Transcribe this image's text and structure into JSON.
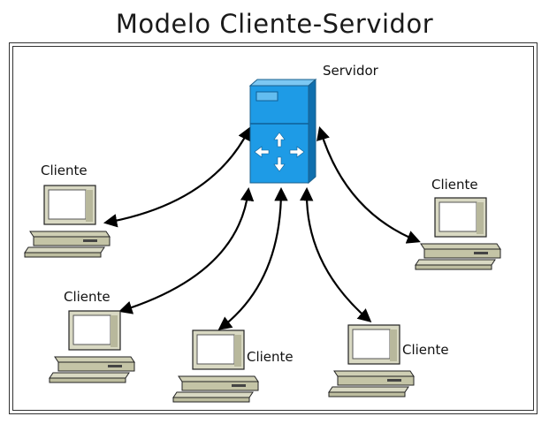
{
  "title": "Modelo Cliente-Servidor",
  "server": {
    "label": "Servidor",
    "icon": "network-server-icon",
    "color": "#1e9be6"
  },
  "clients": [
    {
      "label": "Cliente",
      "icon": "desktop-computer-icon"
    },
    {
      "label": "Cliente",
      "icon": "desktop-computer-icon"
    },
    {
      "label": "Cliente",
      "icon": "desktop-computer-icon"
    },
    {
      "label": "Cliente",
      "icon": "desktop-computer-icon"
    },
    {
      "label": "Cliente",
      "icon": "desktop-computer-icon"
    }
  ],
  "connections": [
    "bidirectional",
    "bidirectional",
    "bidirectional",
    "bidirectional",
    "bidirectional"
  ]
}
